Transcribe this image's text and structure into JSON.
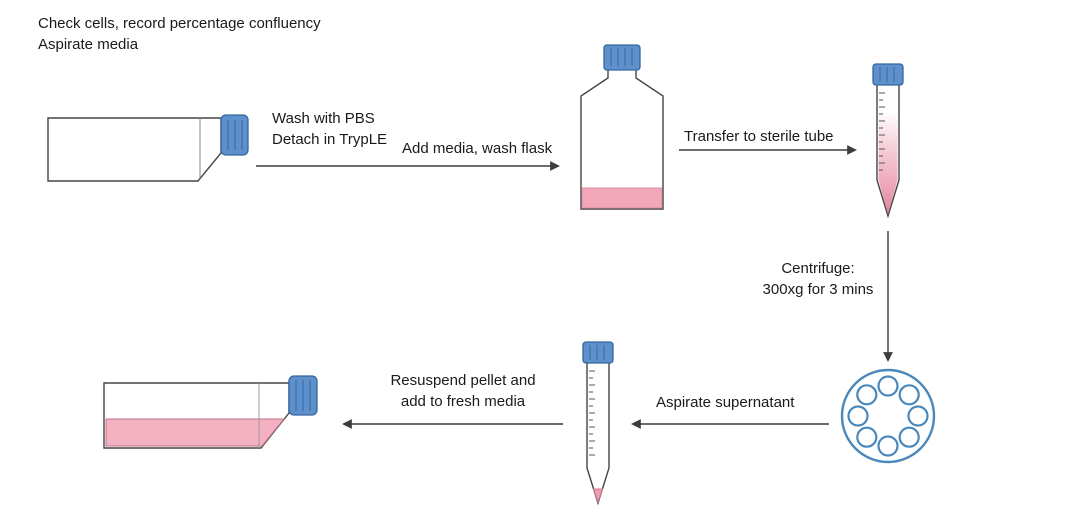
{
  "page": {
    "background": "#ffffff"
  },
  "colors": {
    "cap_blue": "#5e90cc",
    "cap_blue_dark": "#34679e",
    "outline": "#454545",
    "arrow": "#3c3c3c",
    "rotor_blue": "#4a88bb",
    "bottle_pink": "#f2a8ba",
    "flask_pink": "#f3b1c2",
    "pellet_pink": "#ec9fb3",
    "tube_pink_light": "#f6cfd9",
    "tube_pink_mid": "#eda3b6",
    "tube_pink_deep": "#e1819b",
    "text": "#1a1a1a"
  },
  "labels": {
    "check_cells_line1": "Check cells, record percentage confluency",
    "check_cells_line2": "Aspirate media",
    "wash_line1": "Wash with PBS",
    "wash_line2": "Detach in TrypLE",
    "add_media": "Add media, wash flask",
    "transfer": "Transfer to sterile tube",
    "centrifuge_line1": "Centrifuge:",
    "centrifuge_line2": "300xg for 3 mins",
    "aspirate": "Aspirate supernatant",
    "resuspend_line1": "Resuspend pellet and",
    "resuspend_line2": "add to fresh media"
  },
  "nodes": [
    {
      "id": "culture-flask-empty",
      "icon": "culture-flask-icon"
    },
    {
      "id": "media-bottle",
      "icon": "media-bottle-icon"
    },
    {
      "id": "sample-tube",
      "icon": "conical-tube-icon"
    },
    {
      "id": "centrifuge-rotor",
      "icon": "centrifuge-rotor-icon"
    },
    {
      "id": "pellet-tube",
      "icon": "conical-tube-pellet-icon"
    },
    {
      "id": "culture-flask-media",
      "icon": "culture-flask-media-icon"
    }
  ]
}
